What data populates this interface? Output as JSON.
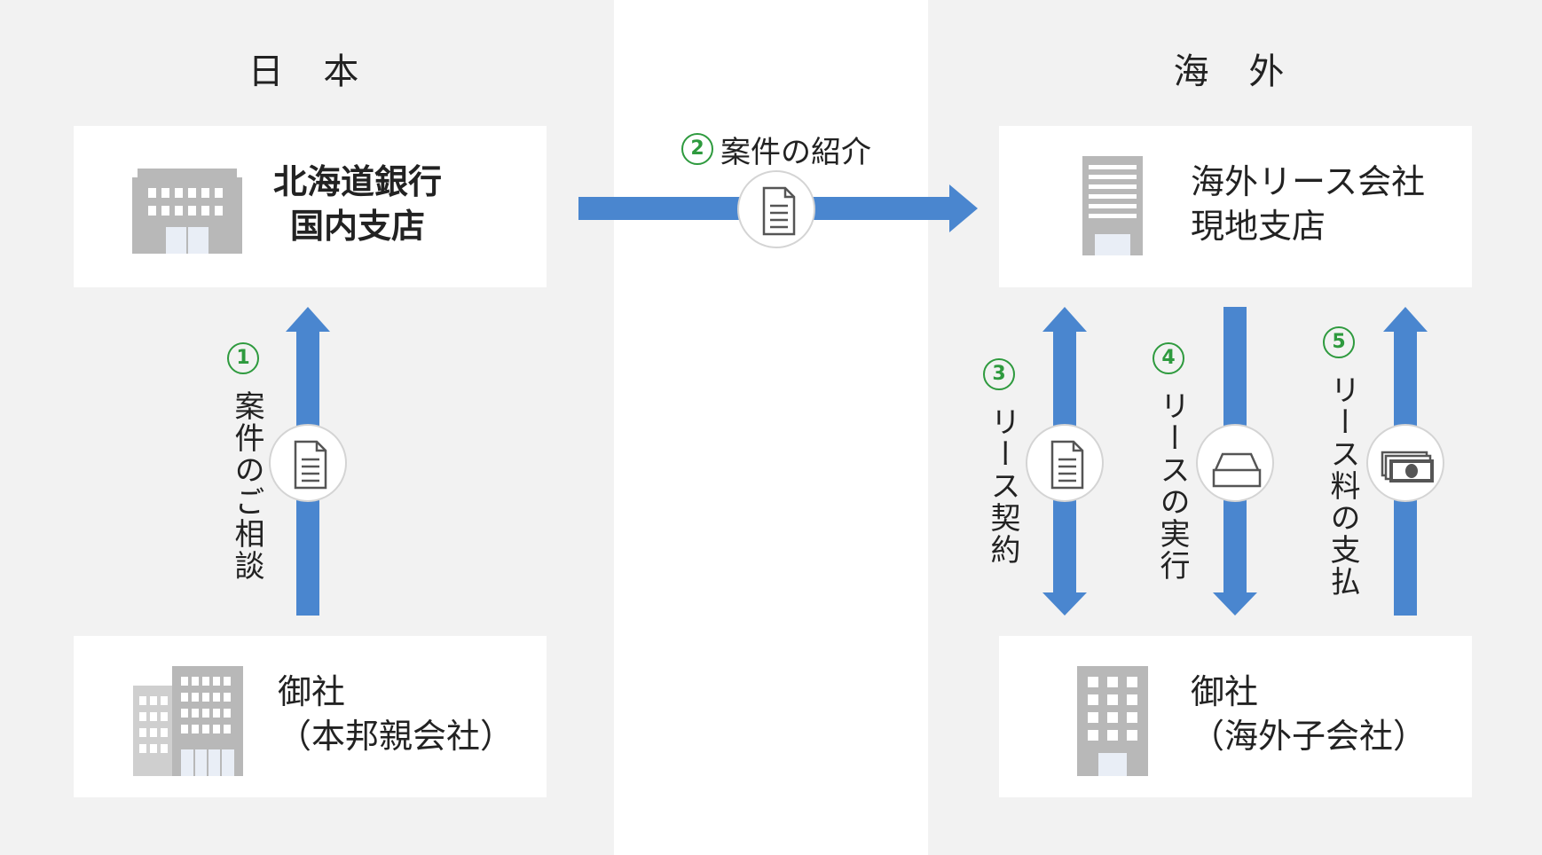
{
  "regions": {
    "japan": "日 本",
    "overseas": "海 外"
  },
  "cards": {
    "bank_line1": "北海道銀行",
    "bank_line2": "国内支店",
    "lease_line1": "海外リース会社",
    "lease_line2": "現地支店",
    "parent_line1": "御社",
    "parent_line2": "（本邦親会社）",
    "subsidiary_line1": "御社",
    "subsidiary_line2": "（海外子会社）"
  },
  "steps": [
    {
      "num": "1",
      "label": "案件のご相談",
      "icon": "document-icon"
    },
    {
      "num": "2",
      "label": "案件の紹介",
      "icon": "document-icon"
    },
    {
      "num": "3",
      "label": "リース契約",
      "icon": "document-icon"
    },
    {
      "num": "4",
      "label": "リースの実行",
      "icon": "box-icon"
    },
    {
      "num": "5",
      "label": "リース料の支払",
      "icon": "money-icon"
    }
  ],
  "colors": {
    "arrow": "#4a86cf",
    "step_number": "#2e9a3e",
    "panel_bg": "#f2f2f2",
    "building": "#b8b8b8"
  }
}
